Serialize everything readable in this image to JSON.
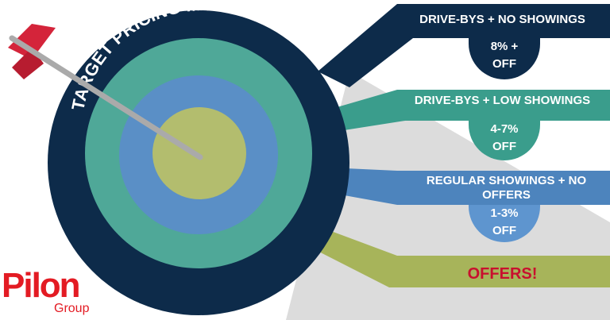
{
  "title": "TARGET PRICING MODEL",
  "tiers": [
    {
      "label": "DRIVE-BYS + NO SHOWINGS",
      "discount_line1": "8% +",
      "discount_line2": "OFF",
      "color": "#0d2b4a"
    },
    {
      "label": "DRIVE-BYS + LOW SHOWINGS",
      "discount_line1": "4-7%",
      "discount_line2": "OFF",
      "color": "#3a9d8c"
    },
    {
      "label": "REGULAR SHOWINGS  + NO OFFERS",
      "discount_line1": "1-3%",
      "discount_line2": "OFF",
      "color": "#4d84bd"
    },
    {
      "label": "OFFERS!",
      "color": "#a7b45a"
    }
  ],
  "logo": {
    "name": "Pilon",
    "sub": "Group",
    "color": "#e31b23"
  }
}
